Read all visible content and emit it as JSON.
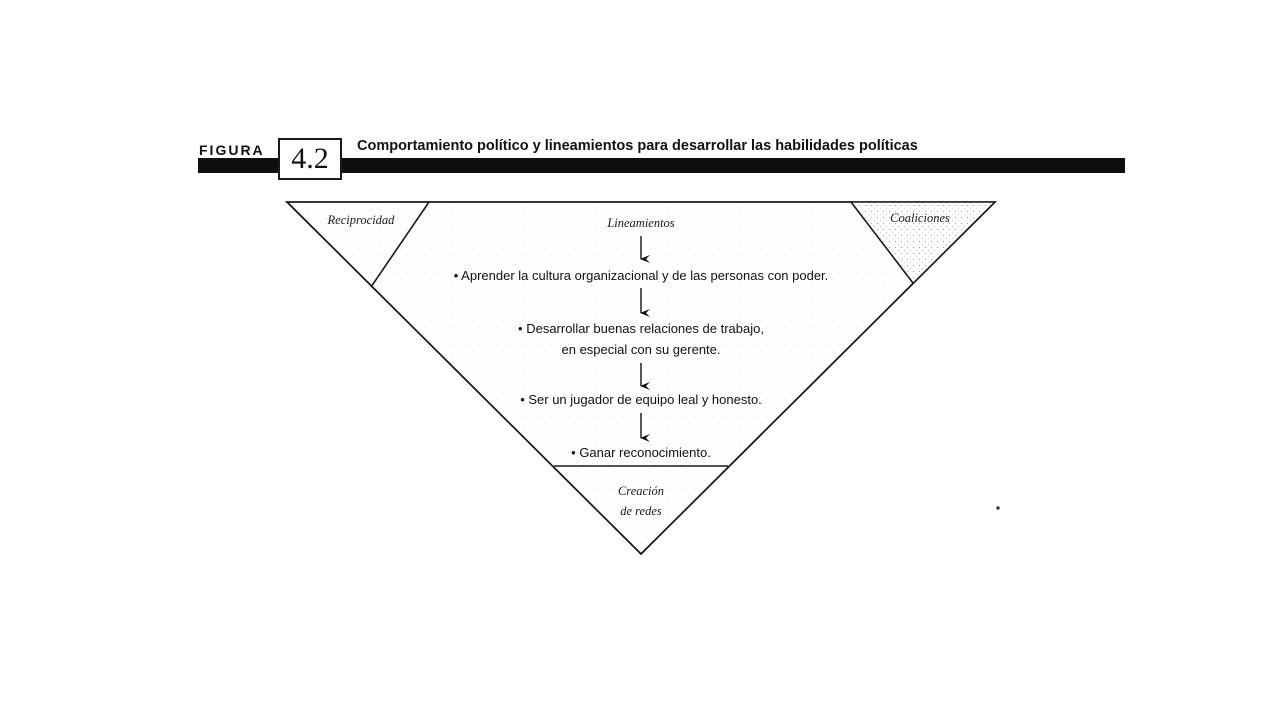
{
  "figure": {
    "label": "FIGURA",
    "number": "4.2",
    "title": "Comportamiento político y lineamientos para desarrollar las habilidades políticas"
  },
  "diagram": {
    "corner_left": "Reciprocidad",
    "corner_right": "Coaliciones",
    "center_heading": "Lineamientos",
    "bottom_line1": "Creación",
    "bottom_line2": "de redes",
    "guidelines": [
      "• Aprender la cultura organizacional y de las personas con poder.",
      "• Desarrollar buenas relaciones de trabajo,",
      "en especial con su gerente.",
      "• Ser un jugador de equipo leal y honesto.",
      "• Ganar reconocimiento."
    ]
  }
}
